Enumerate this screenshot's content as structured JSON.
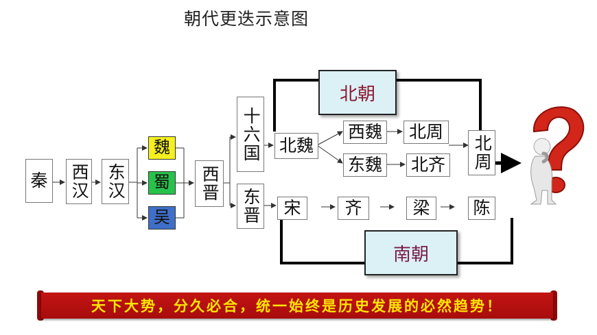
{
  "title": "朝代更迭示意图",
  "nodes": {
    "qin": "秦",
    "xihan": "西汉",
    "donghan": "东汉",
    "wei": "魏",
    "shu": "蜀",
    "wu": "吴",
    "xijin": "西晋",
    "shiliuguo": "十六国",
    "dongjin": "东晋",
    "beiwei": "北魏",
    "xiwei": "西魏",
    "dongwei": "东魏",
    "beizhou": "北周",
    "beiqi": "北齐",
    "beizhou2": "北周",
    "song": "宋",
    "qi": "齐",
    "liang": "梁",
    "chen": "陈"
  },
  "groups": {
    "northern": "北朝",
    "southern": "南朝"
  },
  "kingdom_colors": {
    "wei": "#f5f01e",
    "shu": "#27c24a",
    "wu": "#3f6fc9"
  },
  "banner": "天下大势，分久必合，统一始终是历史发展的必然趋势！",
  "question_icon": "thinking-figure-with-question-mark-icon"
}
